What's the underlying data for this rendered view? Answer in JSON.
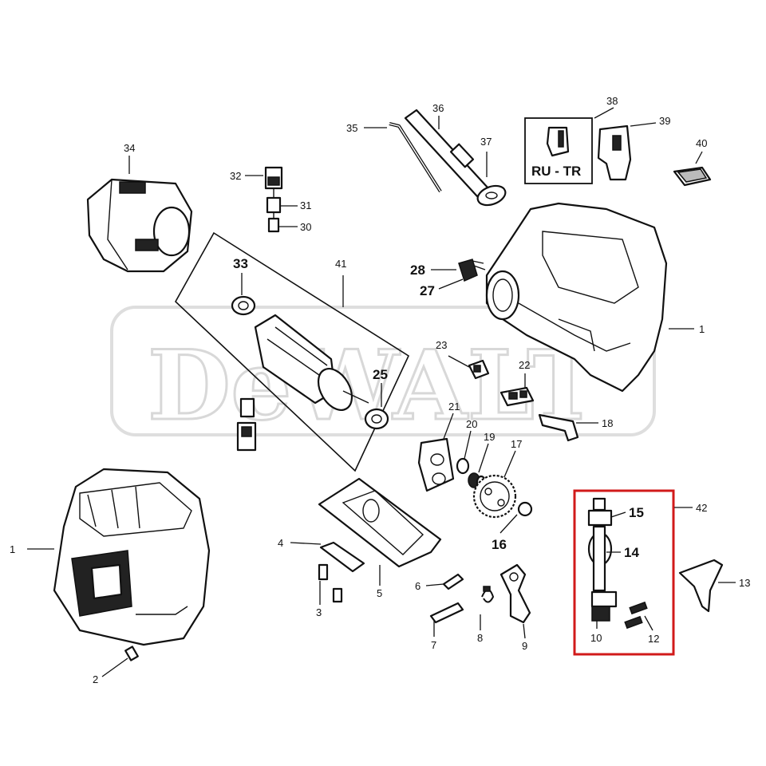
{
  "watermark": "DeWALT",
  "region_box_label": "RU - TR",
  "labels": {
    "l1a": "1",
    "l1b": "1",
    "l2": "2",
    "l3": "3",
    "l4": "4",
    "l5": "5",
    "l6": "6",
    "l7": "7",
    "l8": "8",
    "l9": "9",
    "l10": "10",
    "l12": "12",
    "l13": "13",
    "l14": "14",
    "l15": "15",
    "l16": "16",
    "l17": "17",
    "l18": "18",
    "l19": "19",
    "l20": "20",
    "l21": "21",
    "l22": "22",
    "l23": "23",
    "l25": "25",
    "l27": "27",
    "l28": "28",
    "l30": "30",
    "l31": "31",
    "l32": "32",
    "l33": "33",
    "l34": "34",
    "l35": "35",
    "l36": "36",
    "l37": "37",
    "l38": "38",
    "l39": "39",
    "l40": "40",
    "l41": "41",
    "l42": "42"
  },
  "colors": {
    "highlight_box": "#d11a1a",
    "line": "#111111",
    "watermark": "#d8d8d8"
  }
}
